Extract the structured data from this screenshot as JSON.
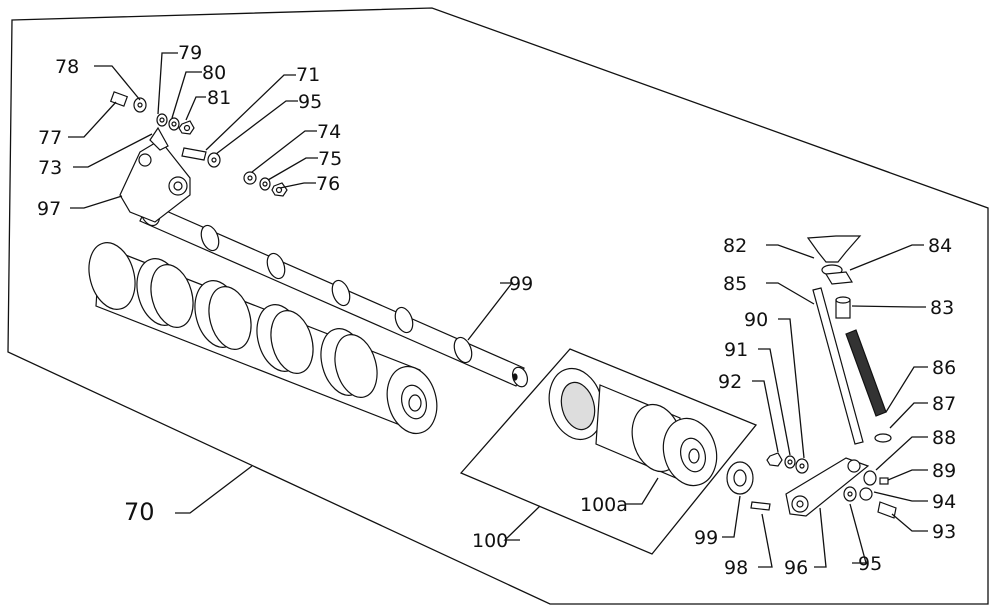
{
  "labels": {
    "l70": "70",
    "l71": "71",
    "l73": "73",
    "l74": "74",
    "l75": "75",
    "l76": "76",
    "l77": "77",
    "l78": "78",
    "l79": "79",
    "l80": "80",
    "l81": "81",
    "l82": "82",
    "l83": "83",
    "l84": "84",
    "l85": "85",
    "l86": "86",
    "l87": "87",
    "l88": "88",
    "l89": "89",
    "l90": "90",
    "l91": "91",
    "l92": "92",
    "l93": "93",
    "l94": "94",
    "l95a": "95",
    "l95b": "95",
    "l96": "96",
    "l97": "97",
    "l98": "98",
    "l99a": "99",
    "l99b": "99",
    "l100": "100",
    "l100a": "100a"
  },
  "colors": {
    "line": "#111111",
    "fill": "#ffffff",
    "shade": "#1a1a1a",
    "light": "#e8e8e8"
  }
}
